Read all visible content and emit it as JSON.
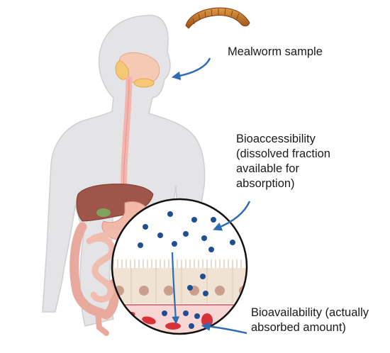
{
  "diagram": {
    "labels": {
      "mealworm": "Mealworm sample",
      "bioaccessibility": "Bioaccessibility\n(dissolved fraction\navailable for\nabsorption)",
      "bioavailability": "Bioavailability (actually\nabsorbed amount)"
    },
    "colors": {
      "body": "#e4e4e6",
      "body_outline": "#c9c9cc",
      "esophagus": "#f3b5ad",
      "liver": "#a0554a",
      "stomach": "#f2b9a8",
      "intestine": "#e8aa9c",
      "particle": "#1f4f8f",
      "arrow": "#2f6db3",
      "epithelium": "#f1e3d4",
      "nucleus": "#c9a08e",
      "blood_cell": "#d9313a",
      "mealworm": "#c9742a"
    }
  }
}
